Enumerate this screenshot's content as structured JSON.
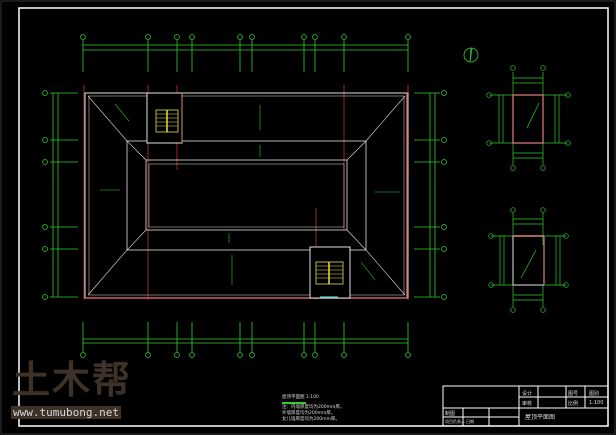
{
  "drawing": {
    "title": "屋顶平面图",
    "legend_label": "屋顶平面图 1:100",
    "notes": [
      "注：内墙厚度均为200mm厚。",
      "外墙厚度均为200mm厚。",
      "女儿墙厚度均为200mm厚。"
    ]
  },
  "title_block": {
    "design": "设计",
    "review": "审核",
    "drawing_no": "图号",
    "scale": "比例",
    "date": "日期",
    "sheet": "图别",
    "drafted": "制图",
    "project_lead": "项目负责人",
    "scale_value": "1:100"
  },
  "watermark": {
    "logo": "土木帮",
    "url": "www.tumubong.net"
  },
  "colors": {
    "dimension": "#2ecc2e",
    "wall": "#e0e0e0",
    "axis": "#c03030",
    "stair": "#e8e040"
  }
}
